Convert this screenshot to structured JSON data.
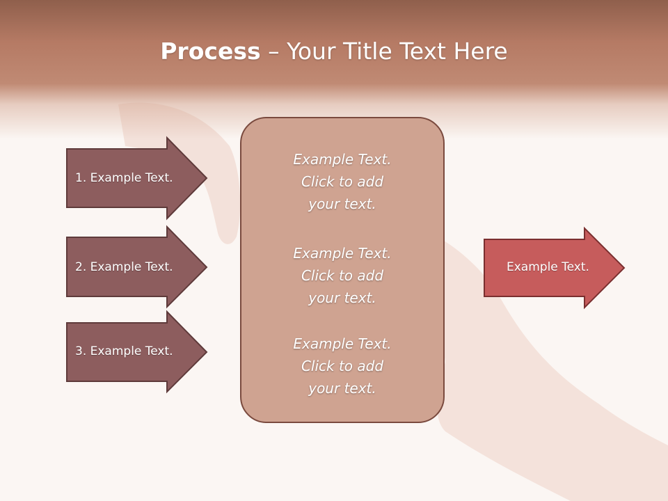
{
  "slide": {
    "title_bold": "Process",
    "title_rest": " – Your Title Text Here",
    "left_arrows": [
      {
        "label": "1. Example Text."
      },
      {
        "label": "2. Example Text."
      },
      {
        "label": "3. Example Text."
      }
    ],
    "center_blocks": [
      {
        "lines": [
          "Example Text.",
          "Click  to add",
          "your text."
        ]
      },
      {
        "lines": [
          "Example Text.",
          "Click  to add",
          "your text."
        ]
      },
      {
        "lines": [
          "Example Text.",
          "Click  to add",
          "your text."
        ]
      }
    ],
    "right_arrow": {
      "label": "Example Text."
    }
  },
  "colors": {
    "left_arrow_fill": "#8d5d5e",
    "right_arrow_fill": "#c65c5c",
    "center_box_fill": "#cfa391",
    "header": "#b57a64"
  }
}
